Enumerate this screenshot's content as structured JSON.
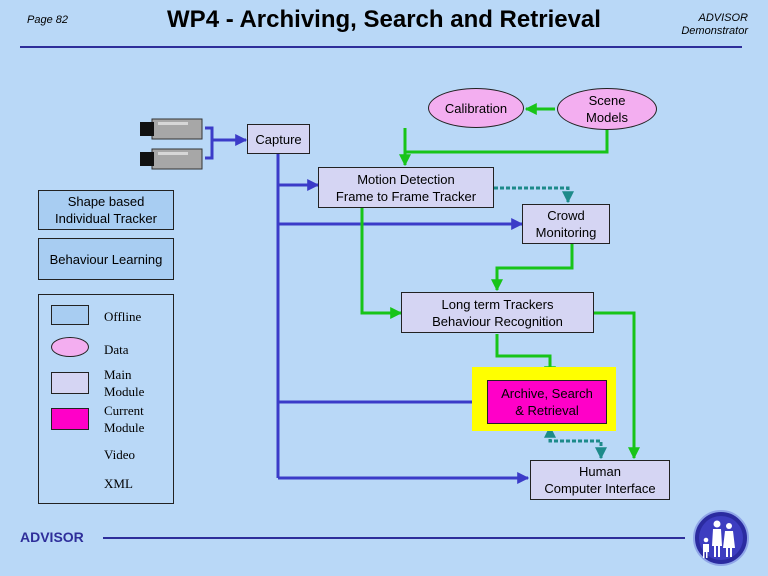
{
  "header": {
    "page": "Page 82",
    "title": "WP4 - Archiving, Search and Retrieval",
    "corner_line1": "ADVISOR",
    "corner_line2": "Demonstrator"
  },
  "modules": {
    "capture": "Capture",
    "motion_line1": "Motion Detection",
    "motion_line2": "Frame to Frame Tracker",
    "crowd_line1": "Crowd",
    "crowd_line2": "Monitoring",
    "longterm_line1": "Long term Trackers",
    "longterm_line2": "Behaviour Recognition",
    "archive_line1": "Archive, Search",
    "archive_line2": "& Retrieval",
    "hci_line1": "Human",
    "hci_line2": "Computer Interface"
  },
  "data_items": {
    "calibration": "Calibration",
    "scene_line1": "Scene",
    "scene_line2": "Models"
  },
  "offline_items": {
    "shape_line1": "Shape based",
    "shape_line2": "Individual Tracker",
    "behaviour": "Behaviour Learning"
  },
  "legend": {
    "offline": "Offline",
    "data": "Data",
    "main_line1": "Main",
    "main_line2": "Module",
    "current_line1": "Current",
    "current_line2": "Module",
    "video": "Video",
    "xml": "XML"
  },
  "footer": {
    "brand": "ADVISOR"
  },
  "colors": {
    "background": "#b9d8f7",
    "video_arrow": "#3b3bc8",
    "xml_arrow": "#18c418",
    "main_module": "#d5d5f3",
    "current_module": "#ff00c8",
    "offline": "#a8cdf2",
    "data": "#f3aef0",
    "highlight": "#ffff00"
  },
  "icons": [
    "camera-icon",
    "people-logo-icon"
  ]
}
